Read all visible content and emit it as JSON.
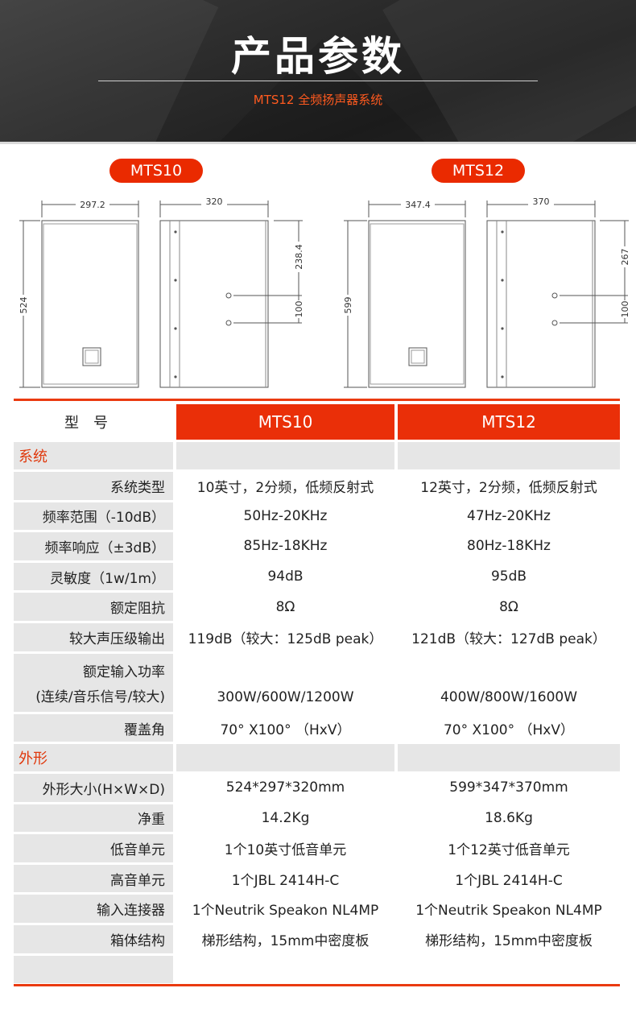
{
  "header": {
    "title": "产品参数",
    "subtitle": "MTS12 全频扬声器系统"
  },
  "models": {
    "left": "MTS10",
    "right": "MTS12"
  },
  "drawings": {
    "mts10": {
      "front_width": "297.2",
      "side_depth": "320",
      "height": "524",
      "top_offset": "238.4",
      "hole_spacing": "100"
    },
    "mts12": {
      "front_width": "347.4",
      "side_depth": "370",
      "height": "599",
      "top_offset": "267",
      "hole_spacing": "100"
    }
  },
  "table": {
    "header": {
      "label": "型号",
      "a": "MTS10",
      "b": "MTS12"
    },
    "section_system": "系统",
    "rows1": [
      {
        "label": "系统类型",
        "a": "10英寸，2分频，低频反射式",
        "b": "12英寸，2分频，低频反射式"
      },
      {
        "label": "频率范围（-10dB）",
        "a": "50Hz-20KHz",
        "b": "47Hz-20KHz"
      },
      {
        "label": "频率响应（±3dB）",
        "a": "85Hz-18KHz",
        "b": "80Hz-18KHz"
      },
      {
        "label": "灵敏度（1w/1m）",
        "a": "94dB",
        "b": "95dB"
      },
      {
        "label": "额定阻抗",
        "a": "8Ω",
        "b": "8Ω"
      },
      {
        "label": "较大声压级输出",
        "a": "119dB（较大：125dB peak）",
        "b": "121dB（较大：127dB peak）"
      }
    ],
    "power": {
      "label1": "额定输入功率",
      "label2": "(连续/音乐信号/较大)",
      "a": "300W/600W/1200W",
      "b": "400W/800W/1600W"
    },
    "coverage": {
      "label": "覆盖角",
      "a": "70° X100° （HxV）",
      "b": "70° X100° （HxV）"
    },
    "section_shape": "外形",
    "rows2": [
      {
        "label": "外形大小(H×W×D)",
        "a": "524*297*320mm",
        "b": "599*347*370mm"
      },
      {
        "label": "净重",
        "a": "14.2Kg",
        "b": "18.6Kg"
      },
      {
        "label": "低音单元",
        "a": "1个10英寸低音单元",
        "b": "1个12英寸低音单元"
      },
      {
        "label": "高音单元",
        "a": "1个JBL 2414H-C",
        "b": "1个JBL 2414H-C"
      },
      {
        "label": "输入连接器",
        "a": "1个Neutrik Speakon NL4MP",
        "b": "1个Neutrik Speakon NL4MP"
      },
      {
        "label": "箱体结构",
        "a": "梯形结构，15mm中密度板",
        "b": "梯形结构，15mm中密度板"
      }
    ]
  },
  "colors": {
    "accent": "#ea2f08",
    "header_bg": "#2a2a2a",
    "label_bg": "#e6e6e6"
  }
}
